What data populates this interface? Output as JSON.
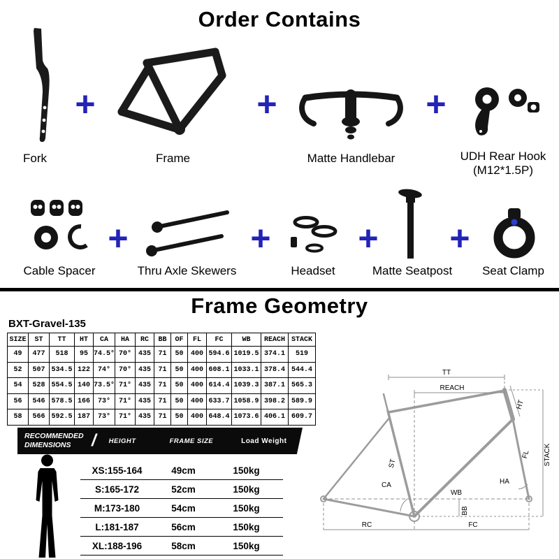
{
  "colors": {
    "plus_blue": "#2323b8",
    "accent_blue": "#2a3fd0"
  },
  "order_contains": {
    "title": "Order Contains",
    "plus": "+",
    "row1": [
      {
        "label": "Fork"
      },
      {
        "label": "Frame"
      },
      {
        "label": "Matte Handlebar"
      },
      {
        "label": "UDH Rear Hook",
        "sublabel": "(M12*1.5P)"
      }
    ],
    "row2": [
      {
        "label": "Cable Spacer"
      },
      {
        "label": "Thru Axle Skewers"
      },
      {
        "label": "Headset"
      },
      {
        "label": "Matte Seatpost"
      },
      {
        "label": "Seat Clamp"
      }
    ]
  },
  "frame_geometry": {
    "title": "Frame Geometry",
    "model": "BXT-Gravel-135",
    "table": {
      "headers": [
        "SIZE",
        "ST",
        "TT",
        "HT",
        "CA",
        "HA",
        "RC",
        "BB",
        "OF",
        "FL",
        "FC",
        "WB",
        "REACH",
        "STACK"
      ],
      "rows": [
        [
          "49",
          "477",
          "518",
          "95",
          "74.5°",
          "70°",
          "435",
          "71",
          "50",
          "400",
          "594.6",
          "1019.5",
          "374.1",
          "519"
        ],
        [
          "52",
          "507",
          "534.5",
          "122",
          "74°",
          "70°",
          "435",
          "71",
          "50",
          "400",
          "608.1",
          "1033.1",
          "378.4",
          "544.4"
        ],
        [
          "54",
          "528",
          "554.5",
          "140",
          "73.5°",
          "71°",
          "435",
          "71",
          "50",
          "400",
          "614.4",
          "1039.3",
          "387.1",
          "565.3"
        ],
        [
          "56",
          "546",
          "578.5",
          "166",
          "73°",
          "71°",
          "435",
          "71",
          "50",
          "400",
          "633.7",
          "1058.9",
          "398.2",
          "589.9"
        ],
        [
          "58",
          "566",
          "592.5",
          "187",
          "73°",
          "71°",
          "435",
          "71",
          "50",
          "400",
          "648.4",
          "1073.6",
          "406.1",
          "609.7"
        ]
      ]
    },
    "recommended": {
      "header": {
        "label": "RECOMMENDED DIMENSIONS",
        "slash": "/",
        "height": "HEIGHT",
        "frame_size": "FRAME SIZE",
        "load_weight": "Load Weight"
      },
      "rows": [
        {
          "height": "XS:155-164",
          "size": "49cm",
          "weight": "150kg"
        },
        {
          "height": "S:165-172",
          "size": "52cm",
          "weight": "150kg"
        },
        {
          "height": "M:173-180",
          "size": "54cm",
          "weight": "150kg"
        },
        {
          "height": "L:181-187",
          "size": "56cm",
          "weight": "150kg"
        },
        {
          "height": "XL:188-196",
          "size": "58cm",
          "weight": "150kg"
        }
      ]
    },
    "diagram_labels": [
      "TT",
      "REACH",
      "HT",
      "ST",
      "CA",
      "WB",
      "HA",
      "BB",
      "RC",
      "FC",
      "STACK",
      "FL"
    ]
  }
}
